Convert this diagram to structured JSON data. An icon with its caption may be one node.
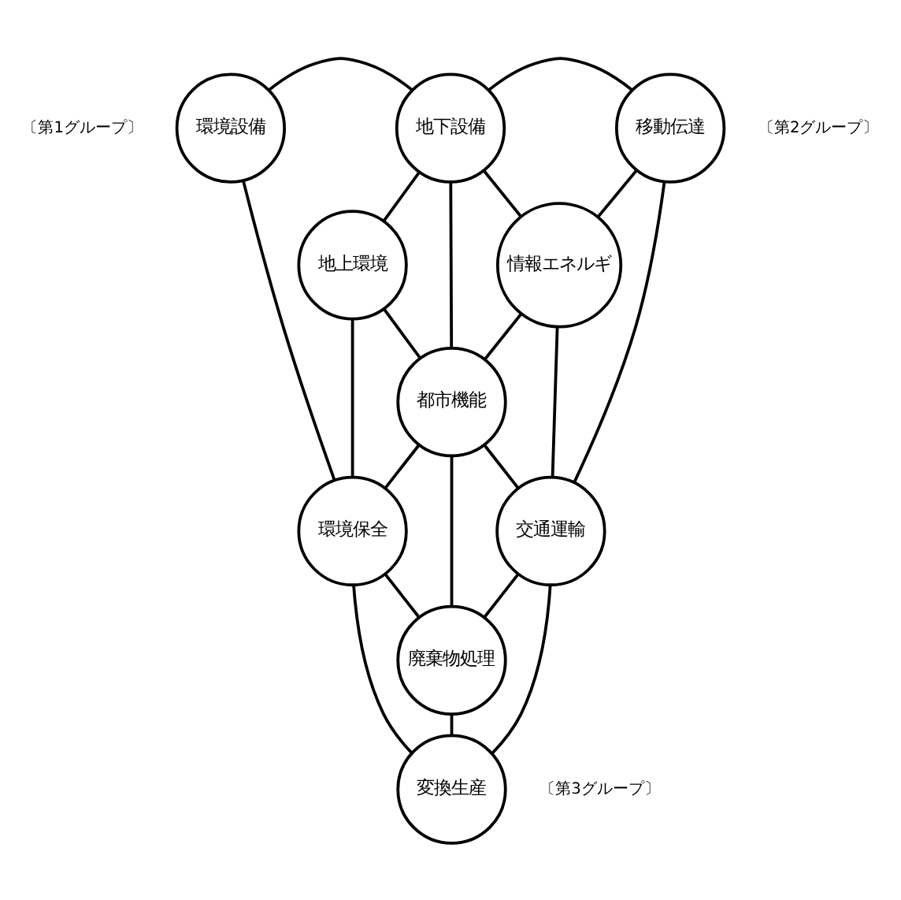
{
  "diagram": {
    "nodes": [
      {
        "text": [
          "環境設備"
        ]
      },
      {
        "text": [
          "地下設備"
        ]
      },
      {
        "text": [
          "移動伝達"
        ]
      },
      {
        "text": [
          "地上環境"
        ]
      },
      {
        "text": [
          "情報エネルギ"
        ]
      },
      {
        "text": [
          "都市機能"
        ]
      },
      {
        "text": [
          "環境保全"
        ]
      },
      {
        "text": [
          "交通運輸"
        ]
      },
      {
        "text": [
          "廃棄物処理"
        ]
      },
      {
        "text": [
          "変換生産"
        ]
      }
    ],
    "edges": [
      {
        "from": 0,
        "to": 1,
        "arrow": "none"
      },
      {
        "from": 1,
        "to": 2,
        "arrow": "none"
      },
      {
        "from": 1,
        "to": 3,
        "arrow": "none"
      },
      {
        "from": 1,
        "to": 4,
        "arrow": "none"
      },
      {
        "from": 1,
        "to": 5,
        "arrow": "none"
      },
      {
        "from": 2,
        "to": 4,
        "arrow": "none"
      },
      {
        "from": 0,
        "to": 6,
        "arrow": "none"
      },
      {
        "from": 2,
        "to": 7,
        "arrow": "none"
      },
      {
        "from": 3,
        "to": 5,
        "arrow": "none"
      },
      {
        "from": 4,
        "to": 5,
        "arrow": "none"
      },
      {
        "from": 3,
        "to": 6,
        "arrow": "none"
      },
      {
        "from": 4,
        "to": 7,
        "arrow": "none"
      },
      {
        "from": 5,
        "to": 6,
        "arrow": "none"
      },
      {
        "from": 5,
        "to": 7,
        "arrow": "none"
      },
      {
        "from": 5,
        "to": 8,
        "arrow": "none"
      },
      {
        "from": 6,
        "to": 8,
        "arrow": "none"
      },
      {
        "from": 7,
        "to": 8,
        "arrow": "none"
      },
      {
        "from": 6,
        "to": 9,
        "arrow": "none"
      },
      {
        "from": 7,
        "to": 9,
        "arrow": "none"
      },
      {
        "from": 8,
        "to": 9,
        "arrow": "none"
      }
    ],
    "labels": [
      "〔第1グループ〕",
      "〔第2グループ〕",
      "〔第3グループ〕"
    ]
  }
}
